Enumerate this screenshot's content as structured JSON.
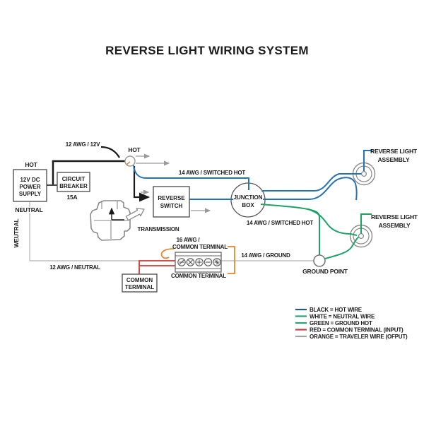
{
  "title": "REVERSE LIGHT WIRING SYSTEM",
  "colors": {
    "wire_black": "#1a1a1a",
    "wire_blue": "#2673b4",
    "wire_green": "#1da265",
    "wire_red": "#d23b35",
    "wire_orange": "#e2882f",
    "wire_gray": "#bdbdbd",
    "arrow_gray": "#9a9a9a",
    "outline_gray": "#8a8a8a"
  },
  "power_supply": {
    "hot": "HOT",
    "line1": "12V DC",
    "line2": "POWER",
    "line3": "SUPPLY",
    "neutral": "NEUTRAL",
    "neutral_side": "WEUTRAL"
  },
  "circuit_breaker": {
    "line1": "CIRCUIT",
    "line2": "BREAKER",
    "rating": "15A"
  },
  "reverse_switch": {
    "line1": "REVERSE",
    "line2": "SWITCH"
  },
  "junction_box": {
    "line1": "JUNCTION",
    "line2": "BOX"
  },
  "transmission": {
    "label": "TRANSMISSION"
  },
  "common_terminal_box": {
    "line1": "COMMON",
    "line2": "TERMINAL"
  },
  "light_top": {
    "line1": "REVERSE LIGHT",
    "line2": "ASSEMBLY"
  },
  "light_bottom": {
    "line1": "REVERSE LIGHT",
    "line2": "ASSEMBLY"
  },
  "ground": {
    "label": "GROUND POINT"
  },
  "wire_labels": {
    "hot_node": "HOT",
    "awg12_12v": "12 AWG / 12V",
    "switched_hot_top": "14 AWG / SWITCHED HOT",
    "switched_hot_bottom": "14 AWG / SWITCHED HOT",
    "awg16_line1": "16 AWG /",
    "awg16_line2": "COMMON TERMINAL",
    "common_terminal": "COMMON TERMINAL",
    "awg14_ground": "14 AWG / GROUND",
    "awg12_neutral": "12 AWG / NEUTRAL"
  },
  "legend": {
    "items": [
      {
        "label": "BLACK = HOT WIRE",
        "color": "#235d74"
      },
      {
        "label": "WHITE = NEUTRAL WIRE",
        "color": "#2aa371"
      },
      {
        "label": "GREEN = GROUND HOT",
        "color": "#27a377"
      },
      {
        "label": "RED = COMMON TERMINAL (INPUT)",
        "color": "#cf3a36"
      },
      {
        "label": "ORANGE = TRAVELER WIRE (OFPUT)",
        "color": "#a3a3a3"
      }
    ]
  }
}
